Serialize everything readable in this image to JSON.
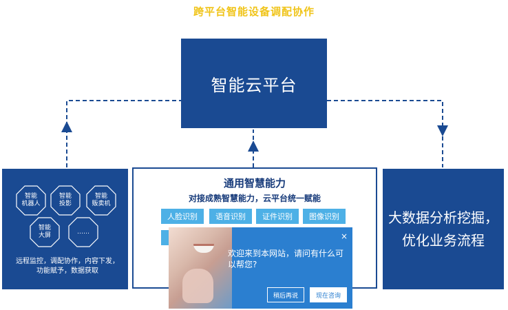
{
  "title": "跨平台智能设备调配协作",
  "cloud": {
    "label": "智能云平台"
  },
  "left": {
    "devices": [
      {
        "line1": "智能",
        "line2": "机器人"
      },
      {
        "line1": "智能",
        "line2": "投影"
      },
      {
        "line1": "智能",
        "line2": "贩卖机"
      },
      {
        "line1": "智能",
        "line2": "大屏"
      },
      {
        "line1": "……",
        "line2": ""
      }
    ],
    "caption_line1": "远程监控，调配协作，内容下发，",
    "caption_line2": "功能赋予，数据获取"
  },
  "middle": {
    "title": "通用智慧能力",
    "subtitle": "对接成熟智慧能力，云平台统一赋能",
    "chips": [
      "人脸识别",
      "语音识别",
      "证件识别",
      "图像识别"
    ]
  },
  "right": {
    "line1": "大数据分析挖掘，",
    "line2": "优化业务流程"
  },
  "popup": {
    "message": "欢迎来到本网站，请问有什么可以帮您?",
    "close": "×",
    "secondary_button": "稍后再说",
    "primary_button": "现在咨询"
  },
  "colors": {
    "title": "#f0c419",
    "box_blue": "#1a4a92",
    "chip_blue": "#4db0e6",
    "popup_blue": "#2b7fd0"
  }
}
